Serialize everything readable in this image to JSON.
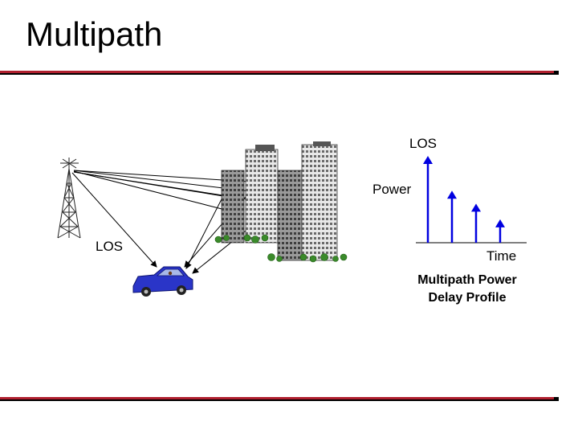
{
  "slide": {
    "title": "Multipath"
  },
  "scene": {
    "direct_path_label": "LOS"
  },
  "delay_profile": {
    "y_axis_top_label": "LOS",
    "y_axis_label": "Power",
    "x_axis_label": "Time",
    "caption_line1": "Multipath Power",
    "caption_line2": "Delay Profile",
    "impulse_color": "#0000e0",
    "relative_power": [
      1.0,
      0.6,
      0.45,
      0.27
    ]
  },
  "colors": {
    "car": "#2a35c8",
    "rule_accent": "#b0202f",
    "foliage": "#3a8a2a"
  }
}
